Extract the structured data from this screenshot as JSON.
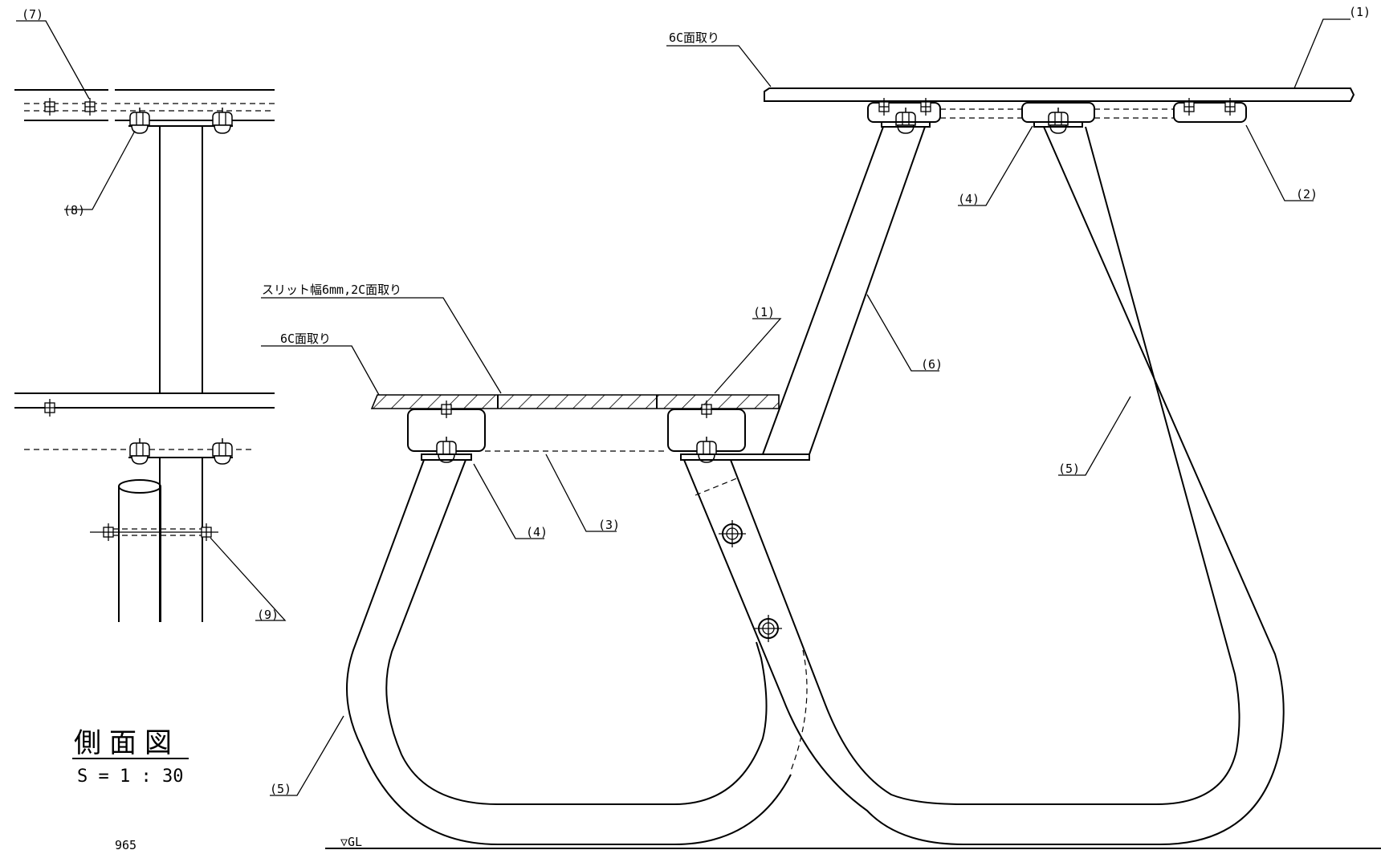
{
  "drawing": {
    "title": "側面図",
    "scale": "S = 1 : 30",
    "bottom_dimension": "965",
    "ground_label": "▽GL"
  },
  "part_labels": {
    "p1": "(1)",
    "p2": "(2)",
    "p3": "(3)",
    "p4": "(4)",
    "p5": "(5)",
    "p6": "(6)",
    "p7": "(7)",
    "p8": "(8)",
    "p9": "(9)"
  },
  "notes": {
    "chamfer_6c": "6C面取り",
    "slit": "スリット幅6mm,2C面取り"
  }
}
